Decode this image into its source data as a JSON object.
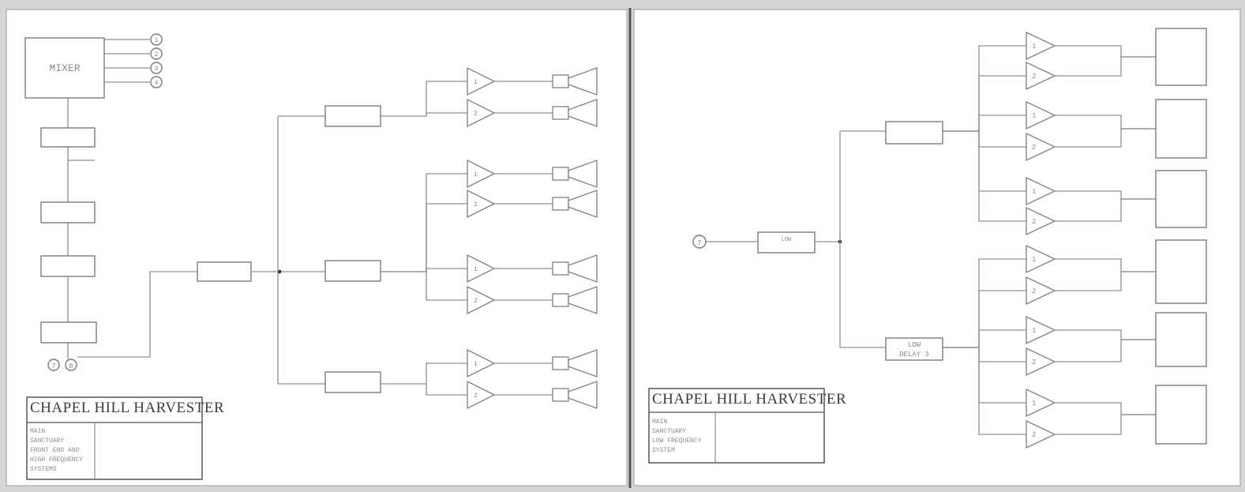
{
  "left_sheet": {
    "mixer_label": "MIXER",
    "title": "CHAPEL HILL HARVESTER",
    "system_lines": [
      "MAIN",
      "SANCTUARY",
      "FRONT END AND",
      "HIGH FREQUENCY",
      "SYSTEMS"
    ],
    "input_numbers": [
      "1",
      "2",
      "3",
      "4"
    ],
    "source_numbers": [
      "7",
      "8"
    ]
  },
  "right_sheet": {
    "delay_label": "DELAY 3",
    "low_label": "LOW",
    "title": "CHAPEL HILL HARVESTER",
    "system_lines": [
      "MAIN",
      "SANCTUARY",
      "LOW FREQUENCY",
      "SYSTEM"
    ],
    "input_number": "7",
    "amp_numbers": [
      "1",
      "2"
    ]
  }
}
